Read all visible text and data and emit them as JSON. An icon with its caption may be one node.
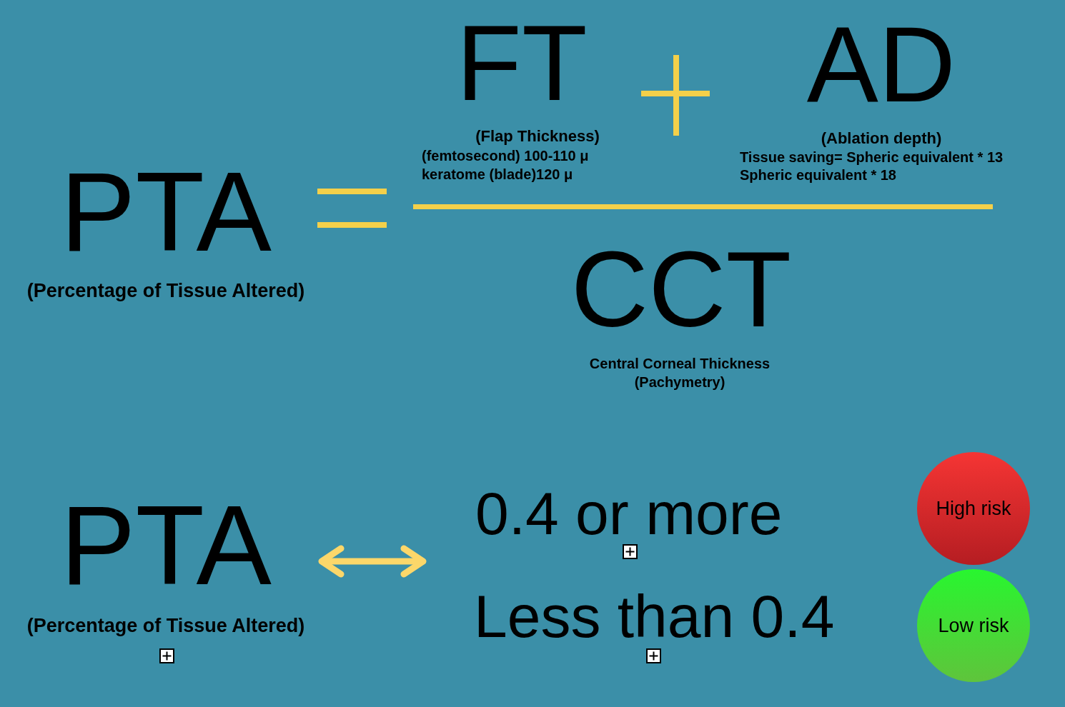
{
  "diagram": {
    "nodes": [
      {
        "text": [
          "High risk"
        ]
      },
      {
        "text": [
          "Low risk"
        ]
      }
    ],
    "labels": [
      "FT",
      "AD",
      "(Flap Thickness)",
      "(femtosecond) 100-110 μ",
      "keratome (blade)120 μ",
      "(Ablation depth)",
      "Tissue saving= Spheric equivalent * 13",
      "Spheric equivalent * 18",
      "PTA",
      "(Percentage of Tissue Altered)",
      "CCT",
      "Central Corneal Thickness (Pachymetry)",
      "PTA",
      "(Percentage of Tissue Altered)",
      "0.4 or more",
      "Less than 0.4"
    ]
  }
}
